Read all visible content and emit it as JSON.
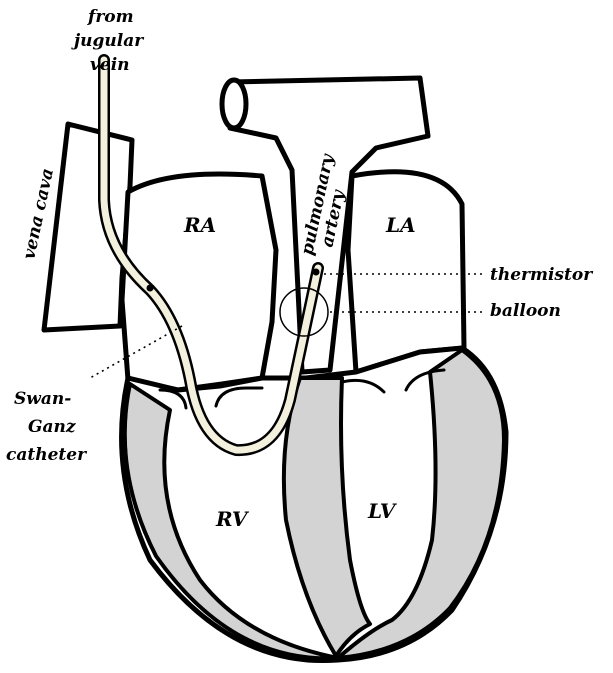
{
  "diagram": {
    "labels": {
      "from_jugular_vein": [
        "from",
        "jugular",
        "vein"
      ],
      "vena_cava": "vena cava",
      "pulmonary_artery": [
        "pulmonary",
        "artery"
      ],
      "ra": "RA",
      "la": "LA",
      "rv": "RV",
      "lv": "LV",
      "thermistor": "thermistor",
      "balloon": "balloon",
      "swan_ganz_catheter": [
        "Swan-",
        "Ganz",
        "catheter"
      ]
    },
    "colors": {
      "outline": "#000000",
      "ventricle_wall": "#d3d3d3",
      "catheter_fill": "#f3f0de",
      "background": "#ffffff"
    }
  }
}
